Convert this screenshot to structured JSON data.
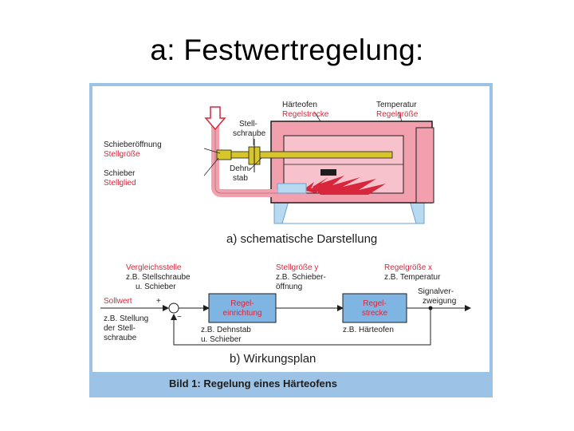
{
  "slide": {
    "title": "a: Festwertregelung:"
  },
  "schematic": {
    "furnace_label_1": "Härteofen",
    "furnace_label_2": "Regelstrecke",
    "temp_label_1": "Temperatur",
    "temp_label_2": "Regelgröße",
    "screw_label_1": "Stell-",
    "screw_label_2": "schraube",
    "opening_label_1": "Schieberöffnung",
    "opening_label_2": "Stellgröße",
    "slide_label_1": "Schieber",
    "slide_label_2": "Stellglied",
    "rod_label_1": "Dehn-",
    "rod_label_2": "stab",
    "caption": "a) schematische Darstellung"
  },
  "block_diagram": {
    "compare_1": "Vergleichsstelle",
    "compare_2": "z.B. Stellschraube",
    "compare_3": "u. Schieber",
    "stellgroesse_1": "Stellgröße y",
    "stellgroesse_2": "z.B. Schieber-",
    "stellgroesse_3": "öffnung",
    "regelgroesse_1": "Regelgröße x",
    "regelgroesse_2": "z.B. Temperatur",
    "sollwert": "Sollwert",
    "plus": "+",
    "minus": "−",
    "sollwert_ex_1": "z.B. Stellung",
    "sollwert_ex_2": "der Stell-",
    "sollwert_ex_3": "schraube",
    "controller_1": "Regel-",
    "controller_2": "einrichtung",
    "controller_ex_1": "z.B. Dehnstab",
    "controller_ex_2": "u. Schieber",
    "plant_1": "Regel-",
    "plant_2": "strecke",
    "plant_ex": "z.B. Härteofen",
    "branch_1": "Signalver-",
    "branch_2": "zweigung",
    "caption": "b) Wirkungsplan"
  },
  "footer": {
    "caption": "Bild 1: Regelung eines Härteofens"
  },
  "colors": {
    "frame": "#9cc3e6",
    "pink": "#f2a0ae",
    "red": "#d8263c",
    "yellow": "#d7c62b",
    "blue_box": "#7fb5e2"
  }
}
